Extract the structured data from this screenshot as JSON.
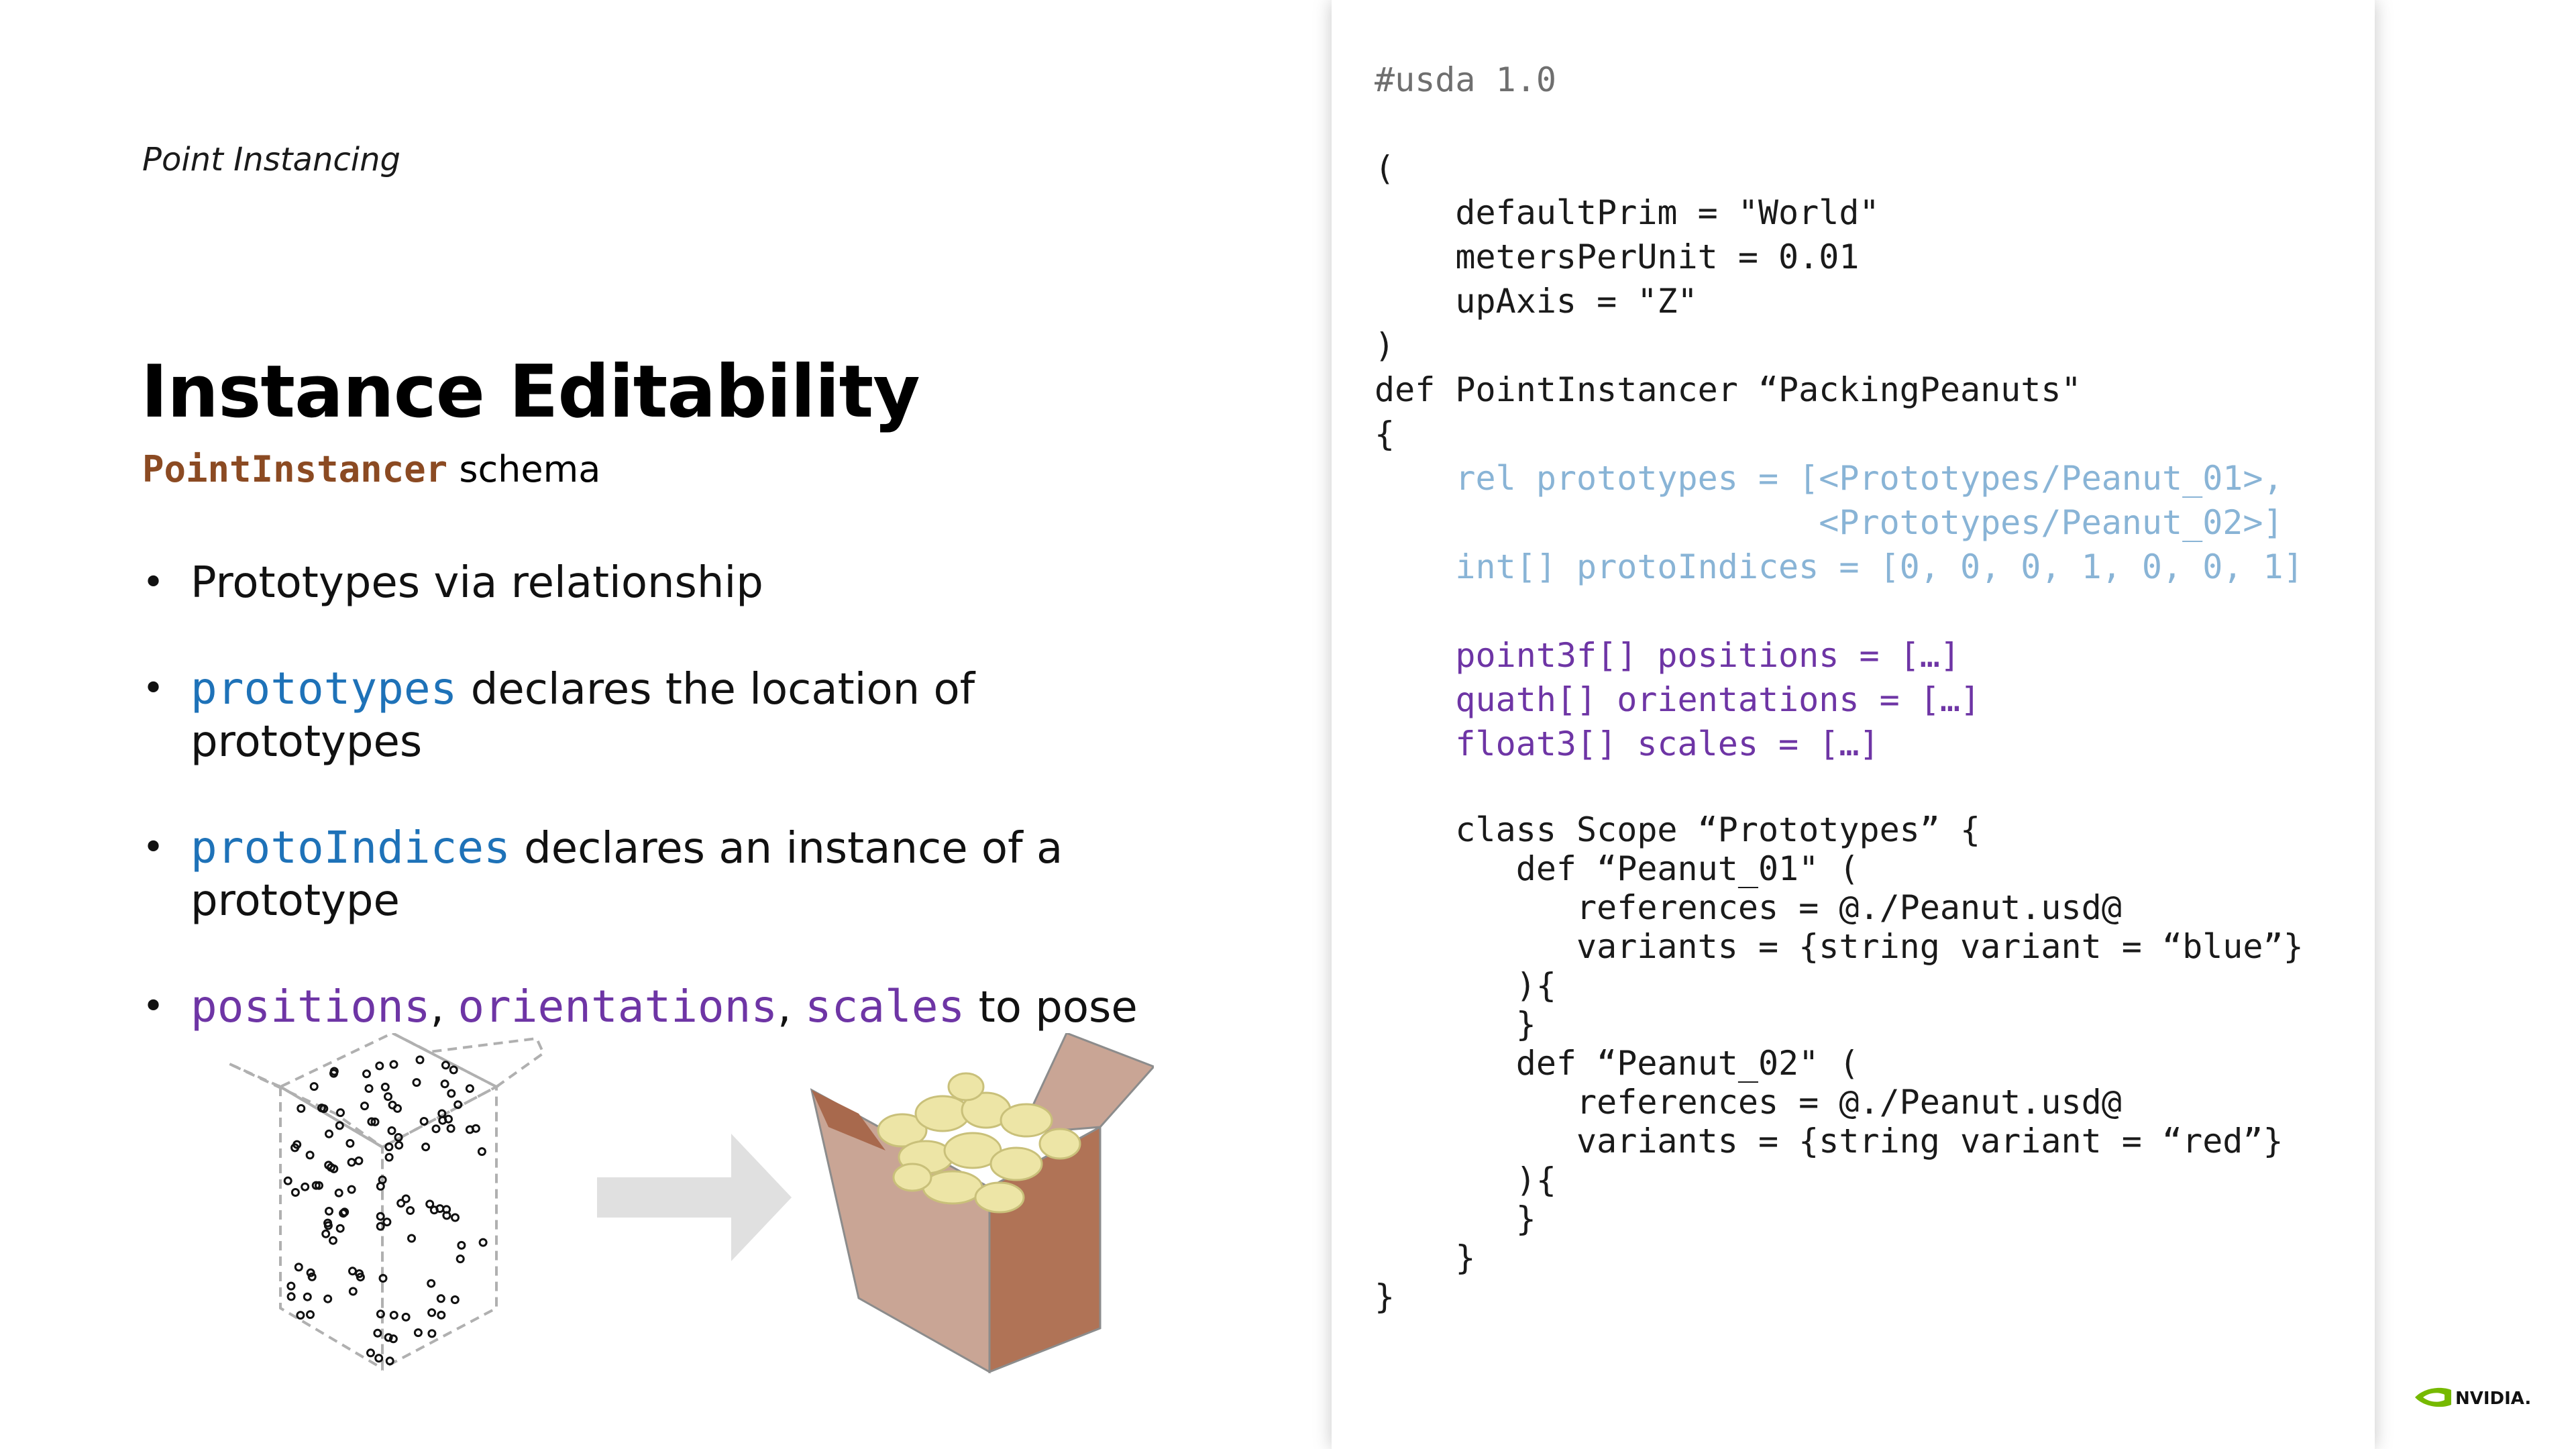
{
  "slide": {
    "section_label": "Point Instancing",
    "title": "Instance Editability",
    "subtitle": {
      "code": "PointInstancer",
      "text": "schema"
    },
    "bullets": {
      "b1": {
        "text": "Prototypes via relationship"
      },
      "b2": {
        "code": "prototypes",
        "text": "declares the location of prototypes"
      },
      "b3": {
        "code": "protoIndices",
        "text": "declares an instance of a prototype"
      },
      "b4": {
        "code1": "positions",
        "sep1": ", ",
        "code2": "orientations",
        "sep2": ", ",
        "code3": "scales",
        "text": "to pose"
      }
    }
  },
  "code": {
    "l01": "#usda 1.0",
    "l02": "",
    "l03": "(",
    "l04": "    defaultPrim = \"World\"",
    "l05": "    metersPerUnit = 0.01",
    "l06": "    upAxis = \"Z\"",
    "l07": ")",
    "l08": "def PointInstancer “PackingPeanuts\"",
    "l09": "{",
    "l10": "    rel prototypes = [<Prototypes/Peanut_01>,",
    "l11": "                      <Prototypes/Peanut_02>]",
    "l12": "    int[] protoIndices = [0, 0, 0, 1, 0, 0, 1]",
    "l13": "",
    "l14": "    point3f[] positions = […]",
    "l15": "    quath[] orientations = […]",
    "l16": "    float3[] scales = […]",
    "l17": "",
    "l18": "    class Scope “Prototypes” {",
    "l19": "       def “Peanut_01\" (",
    "l20": "          references = @./Peanut.usd@",
    "l21": "          variants = {string variant = “blue”}",
    "l22": "       ){",
    "l23": "       }",
    "l24": "       def “Peanut_02\" (",
    "l25": "          references = @./Peanut.usd@",
    "l26": "          variants = {string variant = “red”}",
    "l27": "       ){",
    "l28": "       }",
    "l29": "    }",
    "l30": "}"
  },
  "logo": {
    "text": "NVIDIA."
  },
  "colors": {
    "accent_brown": "#8b4a22",
    "code_blue": "#1e72b8",
    "code_purple": "#6e35a5",
    "code_light_blue": "#89b4d6",
    "nvidia_green": "#76b900",
    "box_light": "#c9a595",
    "box_dark": "#b07356"
  },
  "icons": [
    "empty-box-with-points",
    "right-arrow",
    "box-with-packing-peanuts",
    "nvidia-logo"
  ]
}
